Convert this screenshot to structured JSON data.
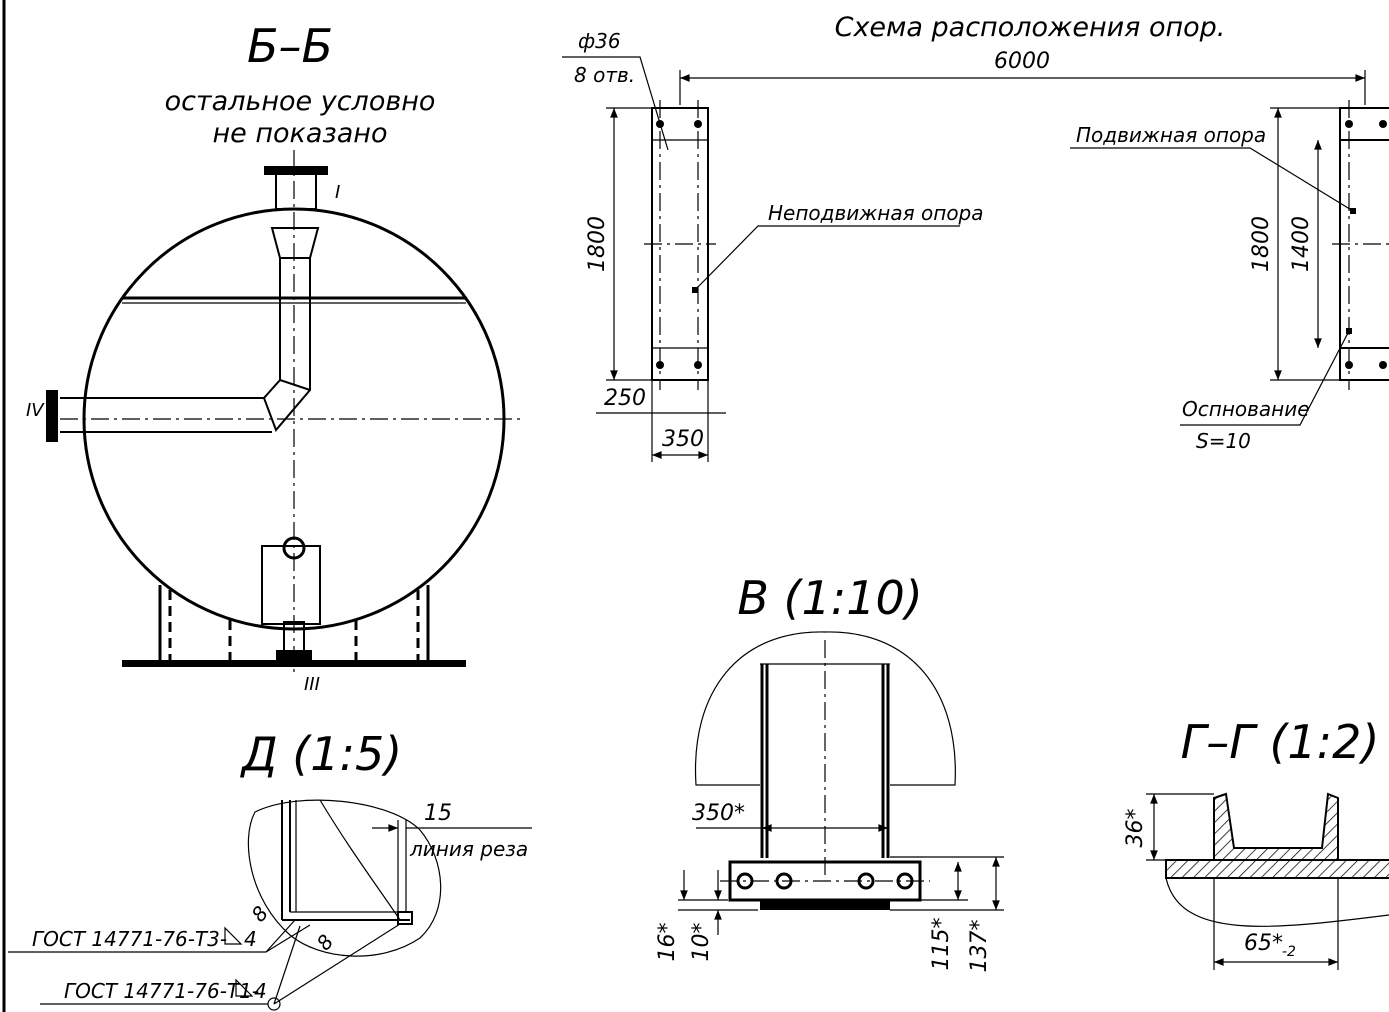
{
  "views": {
    "section_bb": {
      "title": "Б–Б",
      "note_line1": "остальное условно",
      "note_line2": "не показано",
      "label_top": "I",
      "label_left": "IV",
      "label_bottom": "III"
    },
    "support_layout": {
      "title": "Схема расположения опор.",
      "dim_length": "6000",
      "hole_dia": "ф36",
      "hole_count": "8 отв.",
      "dim_height_left": "1800",
      "dim_base_offset": "250",
      "dim_width": "350",
      "fixed_support": "Неподвижная опора",
      "movable_support": "Подвижная опора",
      "dim_height_right": "1800",
      "dim_inner": "1400",
      "base_label": "Оспнование",
      "base_thickness": "S=10"
    },
    "detail_v": {
      "title": "В (1:10)",
      "dim_width": "350*",
      "dim_16": "16*",
      "dim_10": "10*",
      "dim_115": "115*",
      "dim_137": "137*"
    },
    "detail_d": {
      "title": "Д (1:5)",
      "dim_15": "15",
      "cut_line": "линия реза",
      "weld_8a": "8",
      "weld_8b": "8",
      "gost_1": "ГОСТ 14771-76-Т3-",
      "gost_1_leg": "4",
      "gost_2": "ГОСТ 14771-76-Т1-",
      "gost_2_leg": "4"
    },
    "section_gg": {
      "title": "Г–Г (1:2)",
      "dim_36": "36*",
      "dim_65": "65*",
      "dim_65_tol": "-2"
    }
  }
}
